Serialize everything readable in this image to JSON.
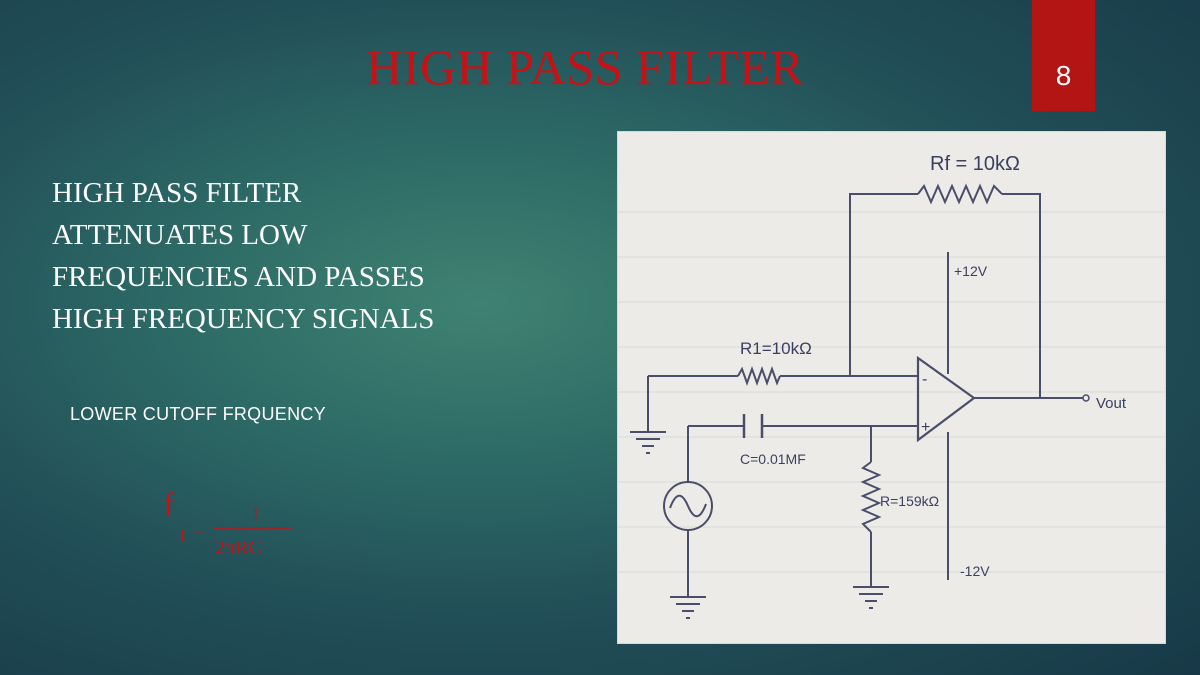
{
  "slide": {
    "title": "HIGH PASS FILTER",
    "page_number": "8",
    "body_lines": [
      "HIGH PASS FILTER",
      "ATTENUATES LOW",
      "FREQUENCIES AND PASSES",
      "HIGH FREQUENCY SIGNALS"
    ],
    "cutoff_label": "LOWER CUTOFF FRQUENCY",
    "formula": {
      "lhs_main": "f",
      "lhs_sub": "L",
      "equals": "=",
      "numerator": "1",
      "denominator": "2πRC"
    },
    "colors": {
      "title": "#c41216",
      "badge": "#b31414",
      "formula": "#c41216",
      "background": "#2d6a66"
    }
  },
  "circuit": {
    "rf_label": "Rf = 10kΩ",
    "r1_label": "R1=10kΩ",
    "c_label": "C=0.01MF",
    "r_label": "R=159kΩ",
    "vplus_label": "+12V",
    "vminus_label": "-12V",
    "vout_label": "Vout",
    "minus_sign": "-",
    "plus_sign": "+"
  }
}
